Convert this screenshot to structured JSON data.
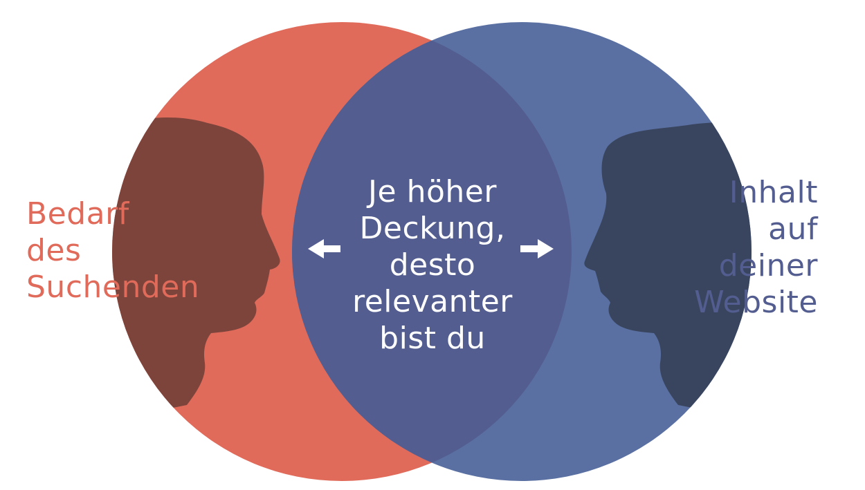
{
  "colors": {
    "left_circle": "#e06b5b",
    "right_circle": "#5a70a2",
    "overlap": "#535d8f",
    "left_silhouette": "#7d443b",
    "right_silhouette": "#39455e",
    "left_text": "#e06b5b",
    "right_text": "#535d8f",
    "center_text": "#ffffff",
    "arrow": "#ffffff"
  },
  "left_label": {
    "lines": [
      "Bedarf",
      "des",
      "Suchenden"
    ]
  },
  "center_label": {
    "lines": [
      "Je höher",
      "Deckung,",
      "desto",
      "relevanter",
      "bist du"
    ]
  },
  "right_label": {
    "lines": [
      "Inhalt",
      "auf",
      "deiner",
      "Website"
    ]
  },
  "icons": {
    "left_head": "head-silhouette-icon",
    "right_head": "head-silhouette-icon",
    "left_arrow": "arrow-left-icon",
    "right_arrow": "arrow-right-icon"
  }
}
